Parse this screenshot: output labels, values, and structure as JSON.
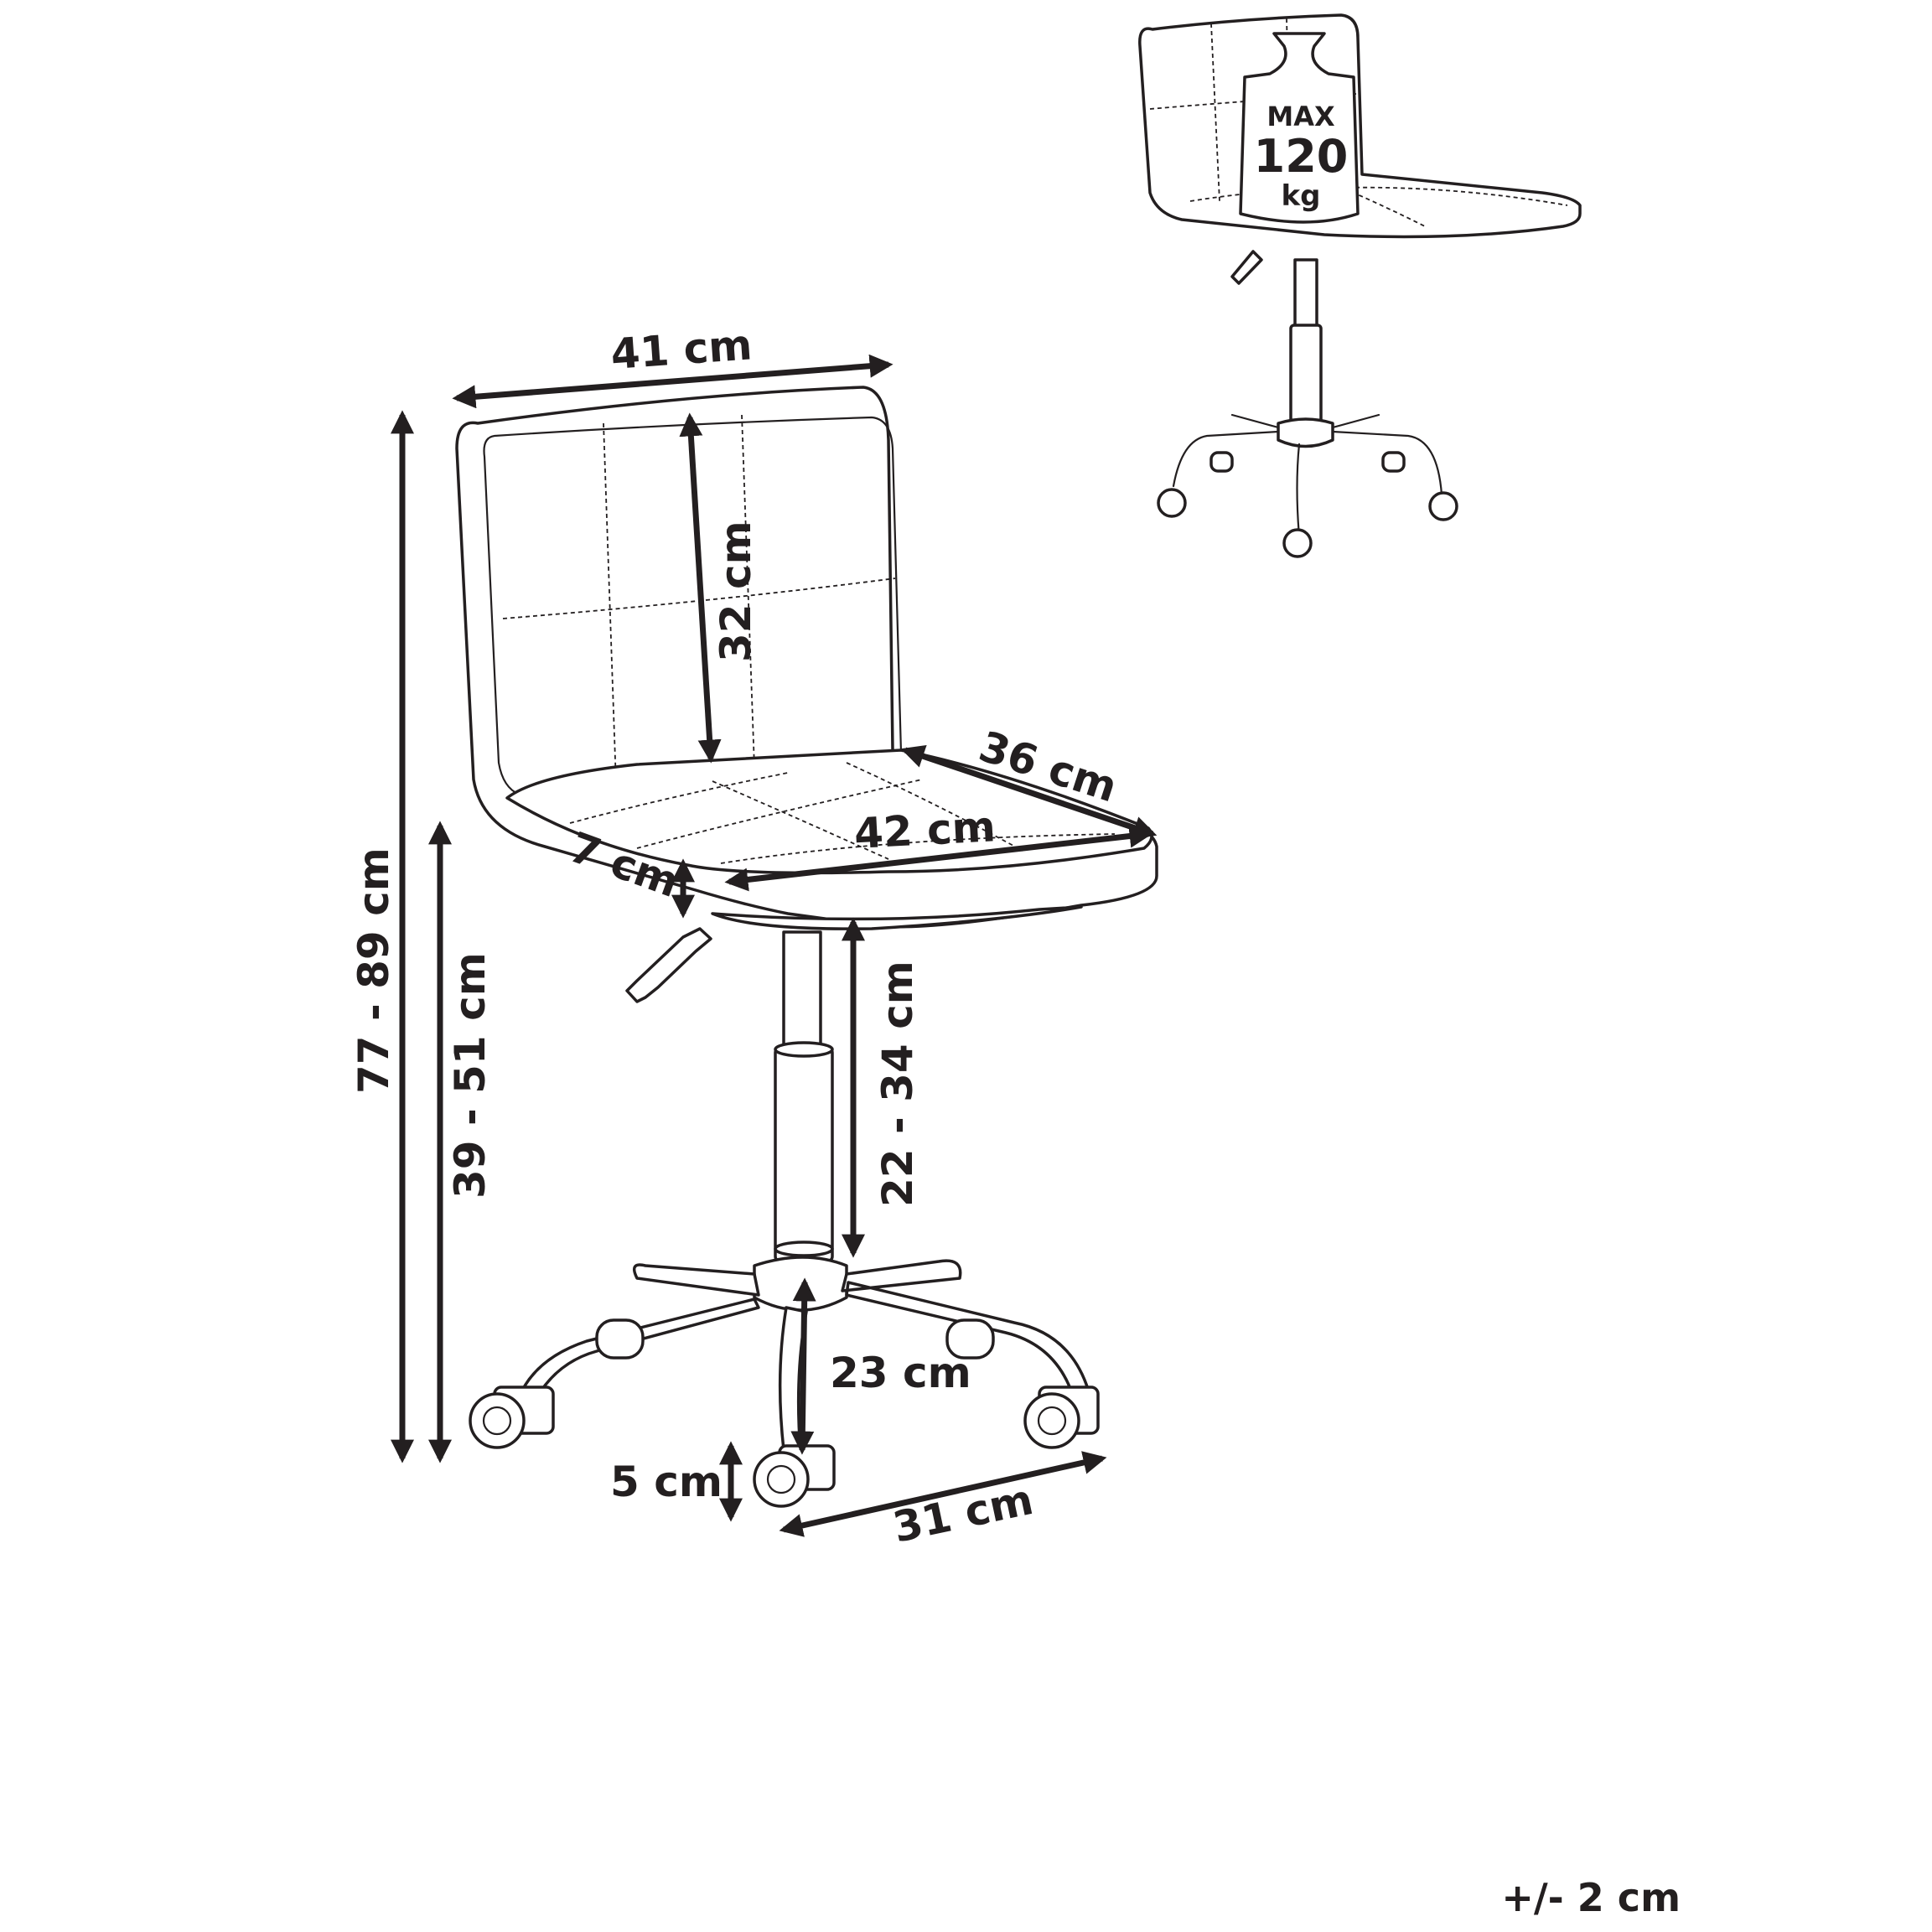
{
  "dimensions": {
    "backrest_width": "41 cm",
    "backrest_height": "32 cm",
    "seat_depth": "36 cm",
    "seat_width": "42 cm",
    "seat_thickness": "7 cm",
    "total_height": "77 - 89 cm",
    "seat_height": "39 - 51 cm",
    "column_height": "22 - 34 cm",
    "base_radius": "23 cm",
    "caster_height": "5 cm",
    "base_leg_span": "31 cm"
  },
  "weight_badge": {
    "line1": "MAX",
    "line2": "120",
    "line3": "kg"
  },
  "tolerance": "+/- 2 cm"
}
